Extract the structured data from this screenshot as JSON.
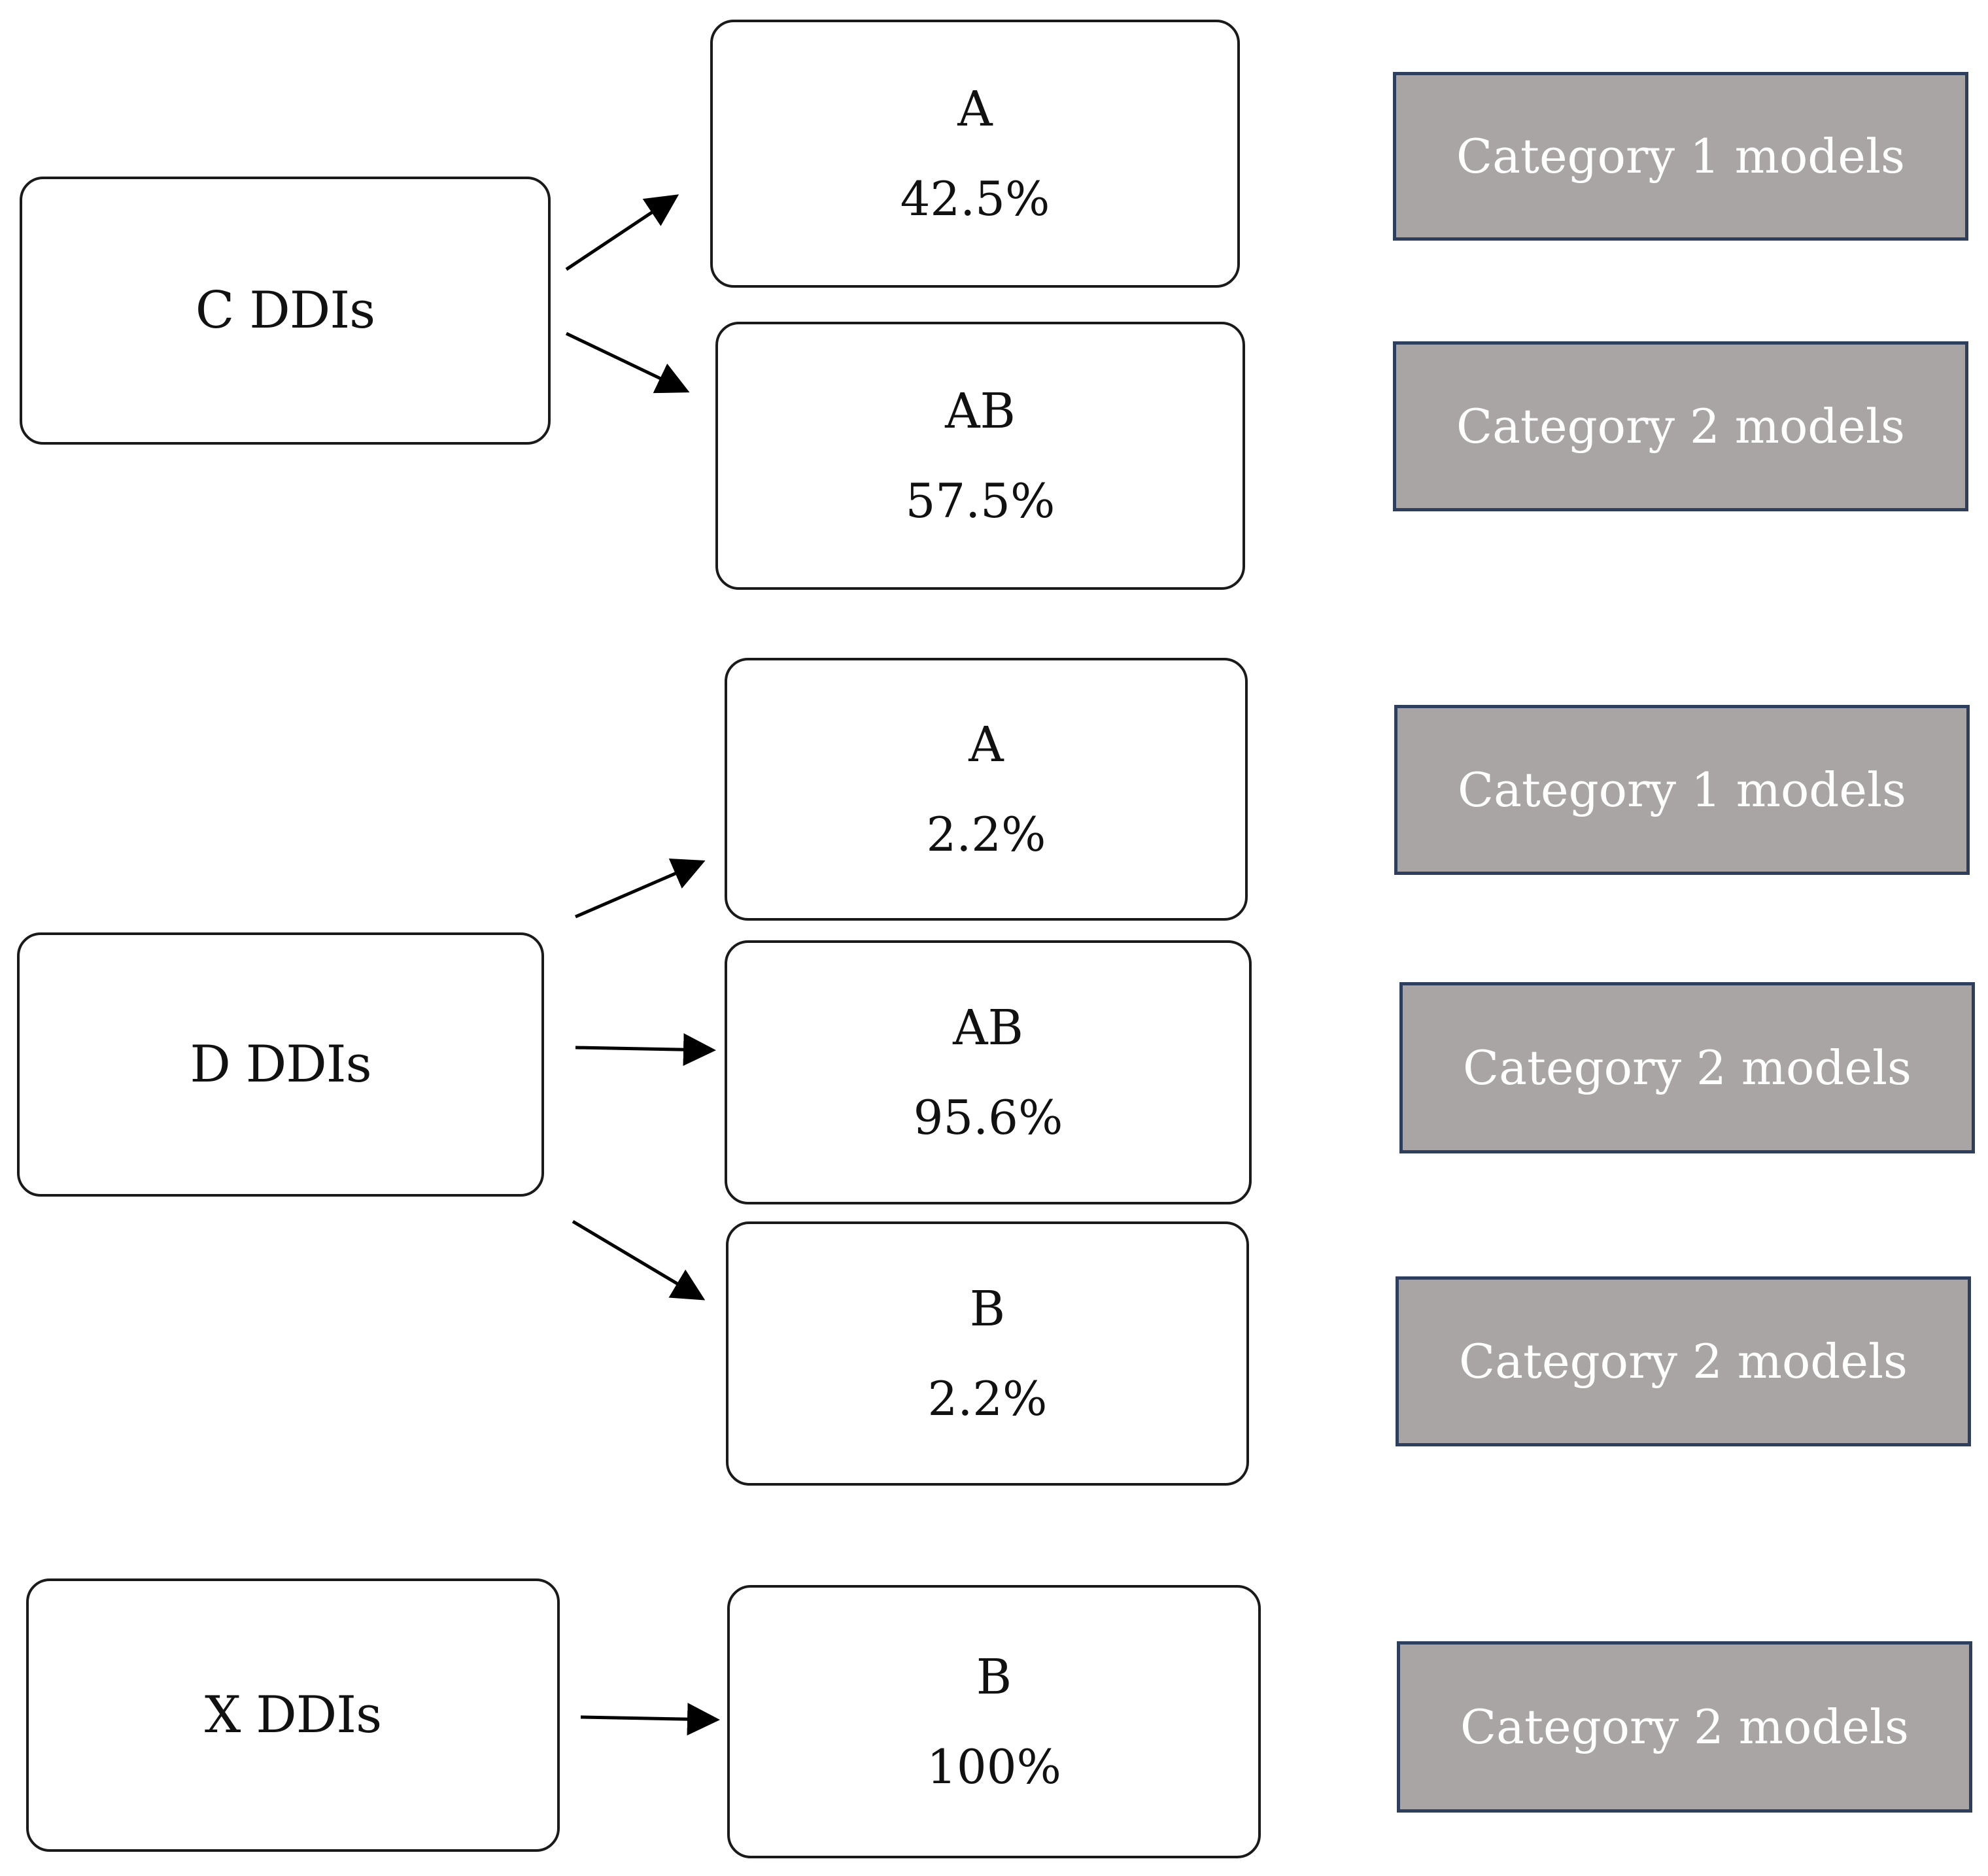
{
  "groups": [
    {
      "source": "C DDIs",
      "targets": [
        {
          "letter": "A",
          "percent": "42.5%",
          "category": "Category 1 models"
        },
        {
          "letter": "AB",
          "percent": "57.5%",
          "category": "Category 2 models"
        }
      ]
    },
    {
      "source": "D DDIs",
      "targets": [
        {
          "letter": "A",
          "percent": "2.2%",
          "category": "Category 1 models"
        },
        {
          "letter": "AB",
          "percent": "95.6%",
          "category": "Category 2 models"
        },
        {
          "letter": "B",
          "percent": "2.2%",
          "category": "Category 2 models"
        }
      ]
    },
    {
      "source": "X DDIs",
      "targets": [
        {
          "letter": "B",
          "percent": "100%",
          "category": "Category 2 models"
        }
      ]
    }
  ],
  "colors": {
    "box_border": "#1a1a1a",
    "category_fill": "#aaa5a5",
    "category_border": "#2e3f5e",
    "category_text": "#ffffff",
    "arrow": "#000000"
  }
}
